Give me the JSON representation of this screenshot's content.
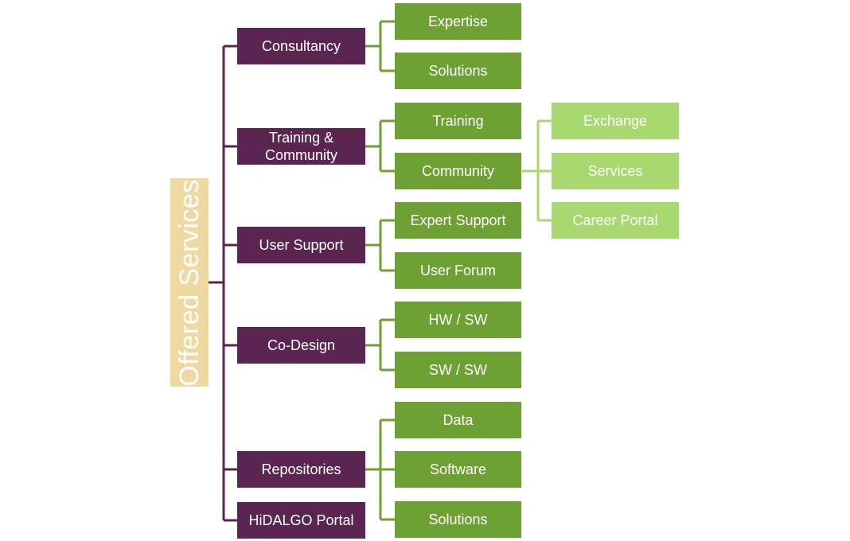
{
  "root": {
    "label": "Offered Services"
  },
  "categories": [
    {
      "label": "Consultancy",
      "children": [
        "Expertise",
        "Solutions"
      ]
    },
    {
      "label": "Training &\nCommunity",
      "children": [
        "Training",
        "Community"
      ]
    },
    {
      "label": "User Support",
      "children": [
        "Expert Support",
        "User Forum"
      ]
    },
    {
      "label": "Co-Design",
      "children": [
        "HW / SW",
        "SW / SW"
      ]
    },
    {
      "label": "Repositories",
      "children": [
        "Data",
        "Software",
        "Solutions"
      ]
    },
    {
      "label": "HiDALGO Portal",
      "children": []
    }
  ],
  "community_children": [
    "Exchange",
    "Services",
    "Career Portal"
  ],
  "colors": {
    "root": "#eed9a1",
    "category": "#5a2651",
    "subcategory": "#6ea134",
    "third_level": "#a8d870"
  }
}
